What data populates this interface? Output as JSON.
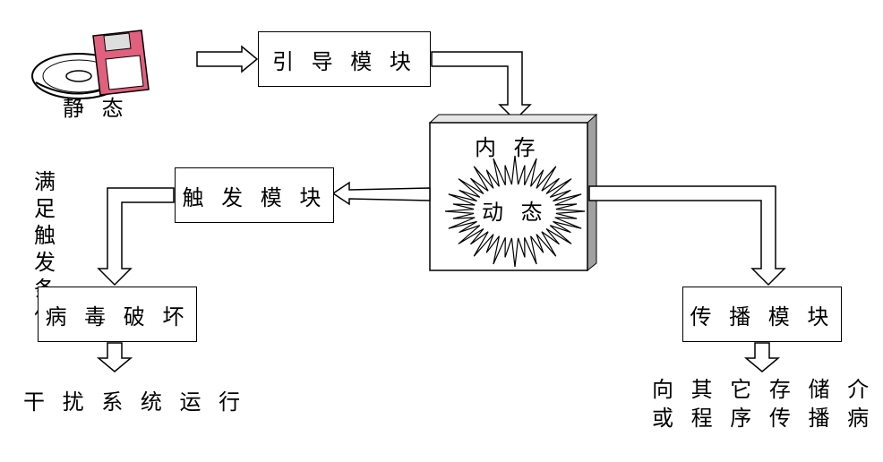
{
  "labels": {
    "static_state": "静 态",
    "boot_module": "引 导 模 块",
    "memory": "内 存",
    "dynamic_state": "动 态",
    "trigger_module": "触 发 模 块",
    "trigger_condition": [
      "满 足",
      "触 发",
      "条 件"
    ],
    "virus_damage": "病 毒 破 坏",
    "interfere": "干 扰 系 统 运 行",
    "spread_module": "传 播 模 块",
    "spread_target": [
      "向 其 它 存 储 介 质",
      "或 程 序 传 播 病 毒"
    ]
  },
  "icons": [
    "cd-disc-icon",
    "floppy-disk-icon"
  ],
  "colors": {
    "floppy": "#e0607e",
    "box_shade": "#a0a0a0"
  }
}
